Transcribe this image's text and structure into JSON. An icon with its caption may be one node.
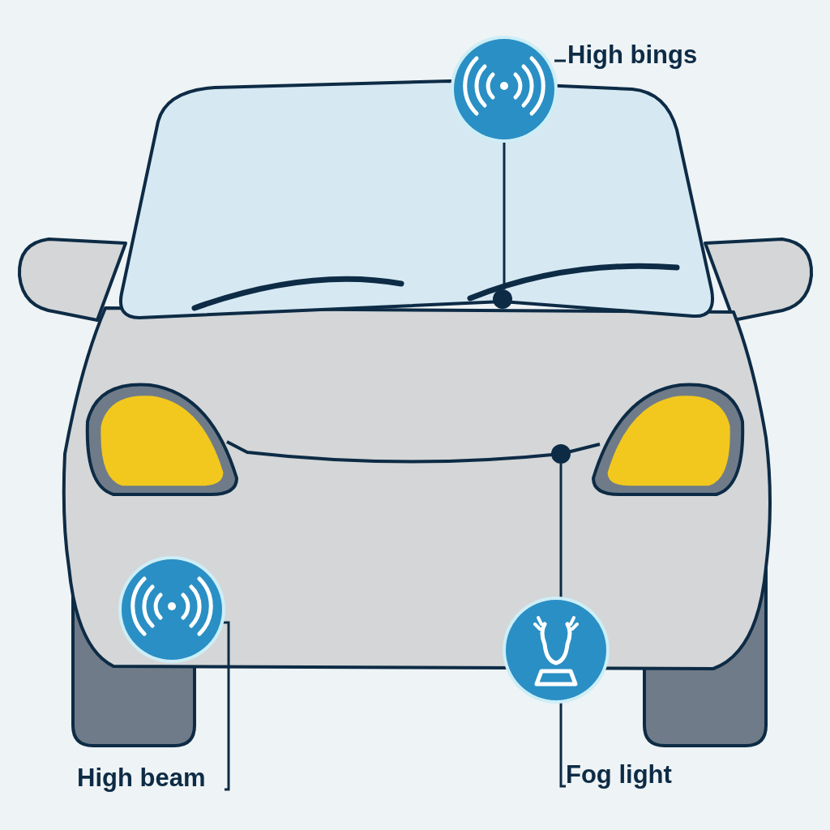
{
  "diagram": {
    "nodes": [
      {
        "text": [
          "High bings"
        ]
      },
      {
        "text": [],
        "shape": "circle"
      },
      {
        "text": [],
        "shape": "circle"
      },
      {
        "text": [
          "High beam"
        ]
      },
      {
        "text": [],
        "shape": "circle"
      },
      {
        "text": [
          "Fog light"
        ]
      },
      {
        "text": [],
        "shape": "circle"
      },
      {
        "text": [],
        "shape": "circle"
      }
    ],
    "edges": [
      {
        "from": 0,
        "to": 1,
        "arrow": "none"
      },
      {
        "from": 1,
        "to": 2,
        "arrow": "none"
      },
      {
        "from": 4,
        "to": 3,
        "arrow": "none"
      },
      {
        "from": 7,
        "to": 6,
        "arrow": "none"
      },
      {
        "from": 6,
        "to": 5,
        "arrow": "none"
      }
    ]
  }
}
